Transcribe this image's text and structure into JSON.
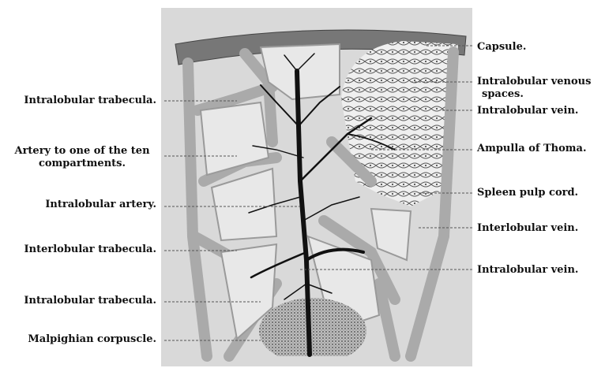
{
  "labels_left": [
    {
      "id": "intralobular-trabecula-upper",
      "text": "Intralobular trabecula."
    },
    {
      "id": "artery-compartments-line1",
      "text": "Artery to one of the ten"
    },
    {
      "id": "artery-compartments-line2",
      "text": "compartments."
    },
    {
      "id": "intralobular-artery",
      "text": "Intralobular artery."
    },
    {
      "id": "interlobular-trabecula",
      "text": "Interlobular trabecula."
    },
    {
      "id": "intralobular-trabecula-lower",
      "text": "Intralobular trabecula."
    },
    {
      "id": "malpighian-corpuscle",
      "text": "Malpighian corpuscle."
    }
  ],
  "labels_right": [
    {
      "id": "capsule",
      "text": "Capsule."
    },
    {
      "id": "intralobular-venous-spaces-line1",
      "text": "Intralobular venous"
    },
    {
      "id": "intralobular-venous-spaces-line2",
      "text": "spaces."
    },
    {
      "id": "intralobular-vein-upper",
      "text": "Intralobular vein."
    },
    {
      "id": "ampulla-of-thoma",
      "text": "Ampulla of Thoma."
    },
    {
      "id": "spleen-pulp-cord",
      "text": "Spleen pulp cord."
    },
    {
      "id": "interlobular-vein",
      "text": "Interlobular vein."
    },
    {
      "id": "intralobular-vein-lower",
      "text": "Intralobular vein."
    }
  ]
}
